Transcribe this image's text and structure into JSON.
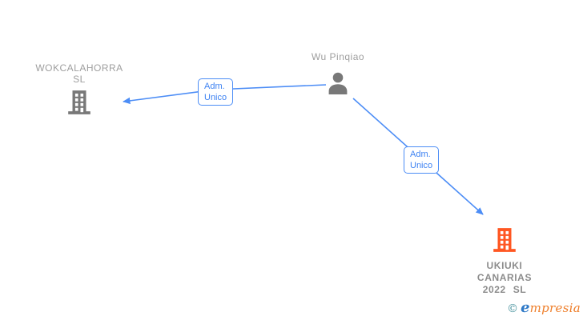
{
  "diagram": {
    "nodes": {
      "wokcalahorra": {
        "type": "company",
        "name_line1": "WOKCALAHORRA",
        "name_line2": "SL",
        "icon": "building-icon",
        "icon_color": "#787878"
      },
      "wu_pinqiao": {
        "type": "person",
        "name": "Wu Pinqiao",
        "icon": "person-icon",
        "icon_color": "#787878"
      },
      "ukiuki": {
        "type": "company",
        "name_line1": "UKIUKI",
        "name_line2": "CANARIAS",
        "name_line3": "2022 SL",
        "icon": "building-icon",
        "icon_color": "#ff5722"
      }
    },
    "edges": {
      "wu_to_wokcalahorra": {
        "from": "Wu Pinqiao",
        "to": "WOKCALAHORRA SL",
        "label_line1": "Adm.",
        "label_line2": "Unico"
      },
      "wu_to_ukiuki": {
        "from": "Wu Pinqiao",
        "to": "UKIUKI CANARIAS 2022 SL",
        "label_line1": "Adm.",
        "label_line2": "Unico"
      }
    }
  },
  "colors": {
    "edge_blue": "#4c8df6",
    "label_blue": "#3f83f2",
    "node_gray": "#9e9e9e",
    "node_gray_dark": "#8c8c8c",
    "icon_gray": "#787878",
    "company_orange": "#ff5722",
    "watermark_teal": "#47929d",
    "watermark_blue": "#2e79c7",
    "watermark_orange": "#ee7d28"
  },
  "watermark": {
    "symbol": "©",
    "brand_initial": "e",
    "brand_rest": "mpresia"
  }
}
